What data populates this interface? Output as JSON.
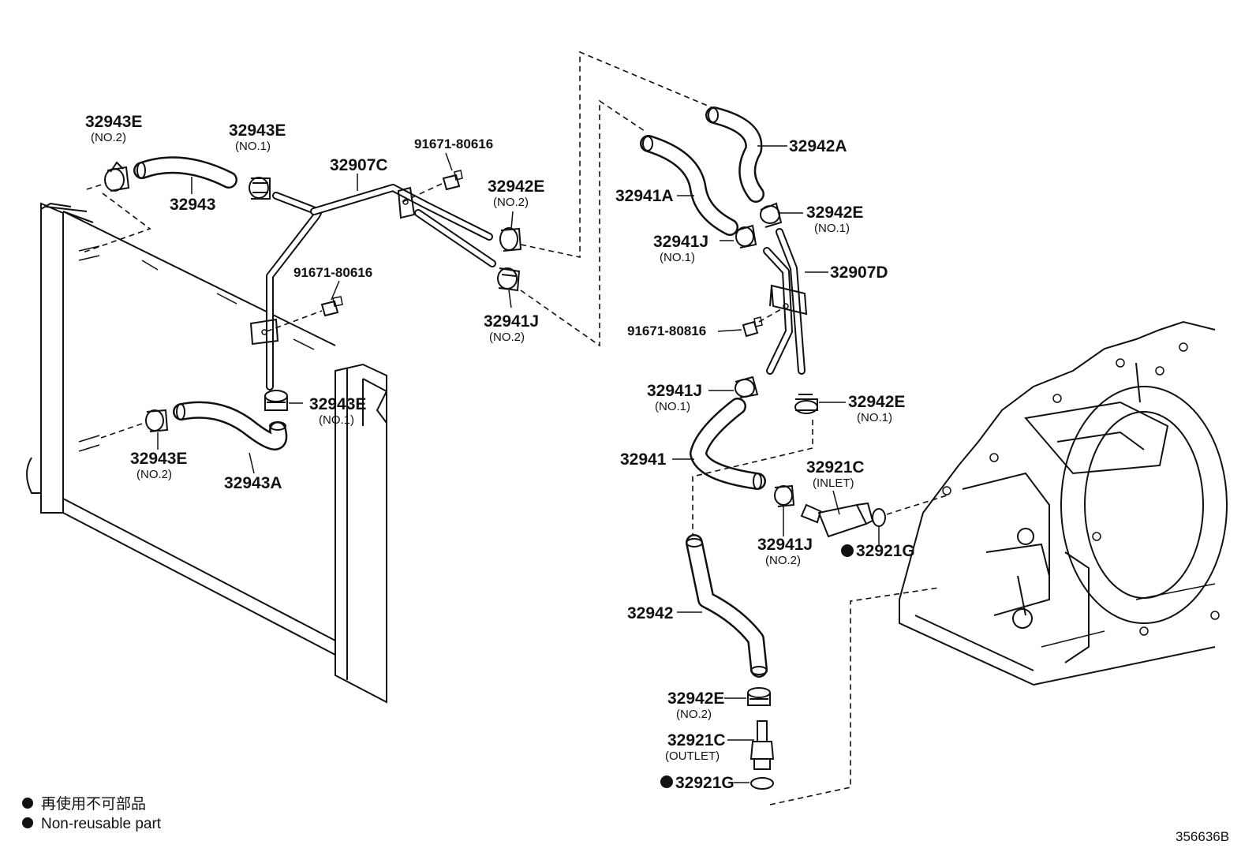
{
  "labels": {
    "l32943e_no2_top": "32943E",
    "l32943e_no2_top_sub": "(NO.2)",
    "l32943e_no1_top": "32943E",
    "l32943e_no1_top_sub": "(NO.1)",
    "l32943": "32943",
    "l32907c": "32907C",
    "l91671_80616_a": "91671-80616",
    "l91671_80616_b": "91671-80616",
    "l32942e_no2_top": "32942E",
    "l32942e_no2_top_sub": "(NO.2)",
    "l32941j_no2_top": "32941J",
    "l32941j_no2_top_sub": "(NO.2)",
    "l32943e_no1_mid": "32943E",
    "l32943e_no1_mid_sub": "(NO.1)",
    "l32943e_no2_mid": "32943E",
    "l32943e_no2_mid_sub": "(NO.2)",
    "l32943a": "32943A",
    "l32942a": "32942A",
    "l32941a": "32941A",
    "l32942e_no1_r": "32942E",
    "l32942e_no1_r_sub": "(NO.1)",
    "l32941j_no1_r": "32941J",
    "l32941j_no1_r_sub": "(NO.1)",
    "l32907d": "32907D",
    "l91671_80816": "91671-80816",
    "l32941j_no1_mid": "32941J",
    "l32941j_no1_mid_sub": "(NO.1)",
    "l32942e_no1_mid": "32942E",
    "l32942e_no1_mid_sub": "(NO.1)",
    "l32941": "32941",
    "l32921c_inlet": "32921C",
    "l32921c_inlet_sub": "(INLET)",
    "l32941j_no2_low": "32941J",
    "l32941j_no2_low_sub": "(NO.2)",
    "l32921g_right": "32921G",
    "l32942": "32942",
    "l32942e_no2_low": "32942E",
    "l32942e_no2_low_sub": "(NO.2)",
    "l32921c_outlet": "32921C",
    "l32921c_outlet_sub": "(OUTLET)",
    "l32921g_low": "32921G"
  },
  "legend": {
    "jp": "再使用不可部品",
    "en": "Non-reusable part"
  },
  "diagram_code": "356636B"
}
